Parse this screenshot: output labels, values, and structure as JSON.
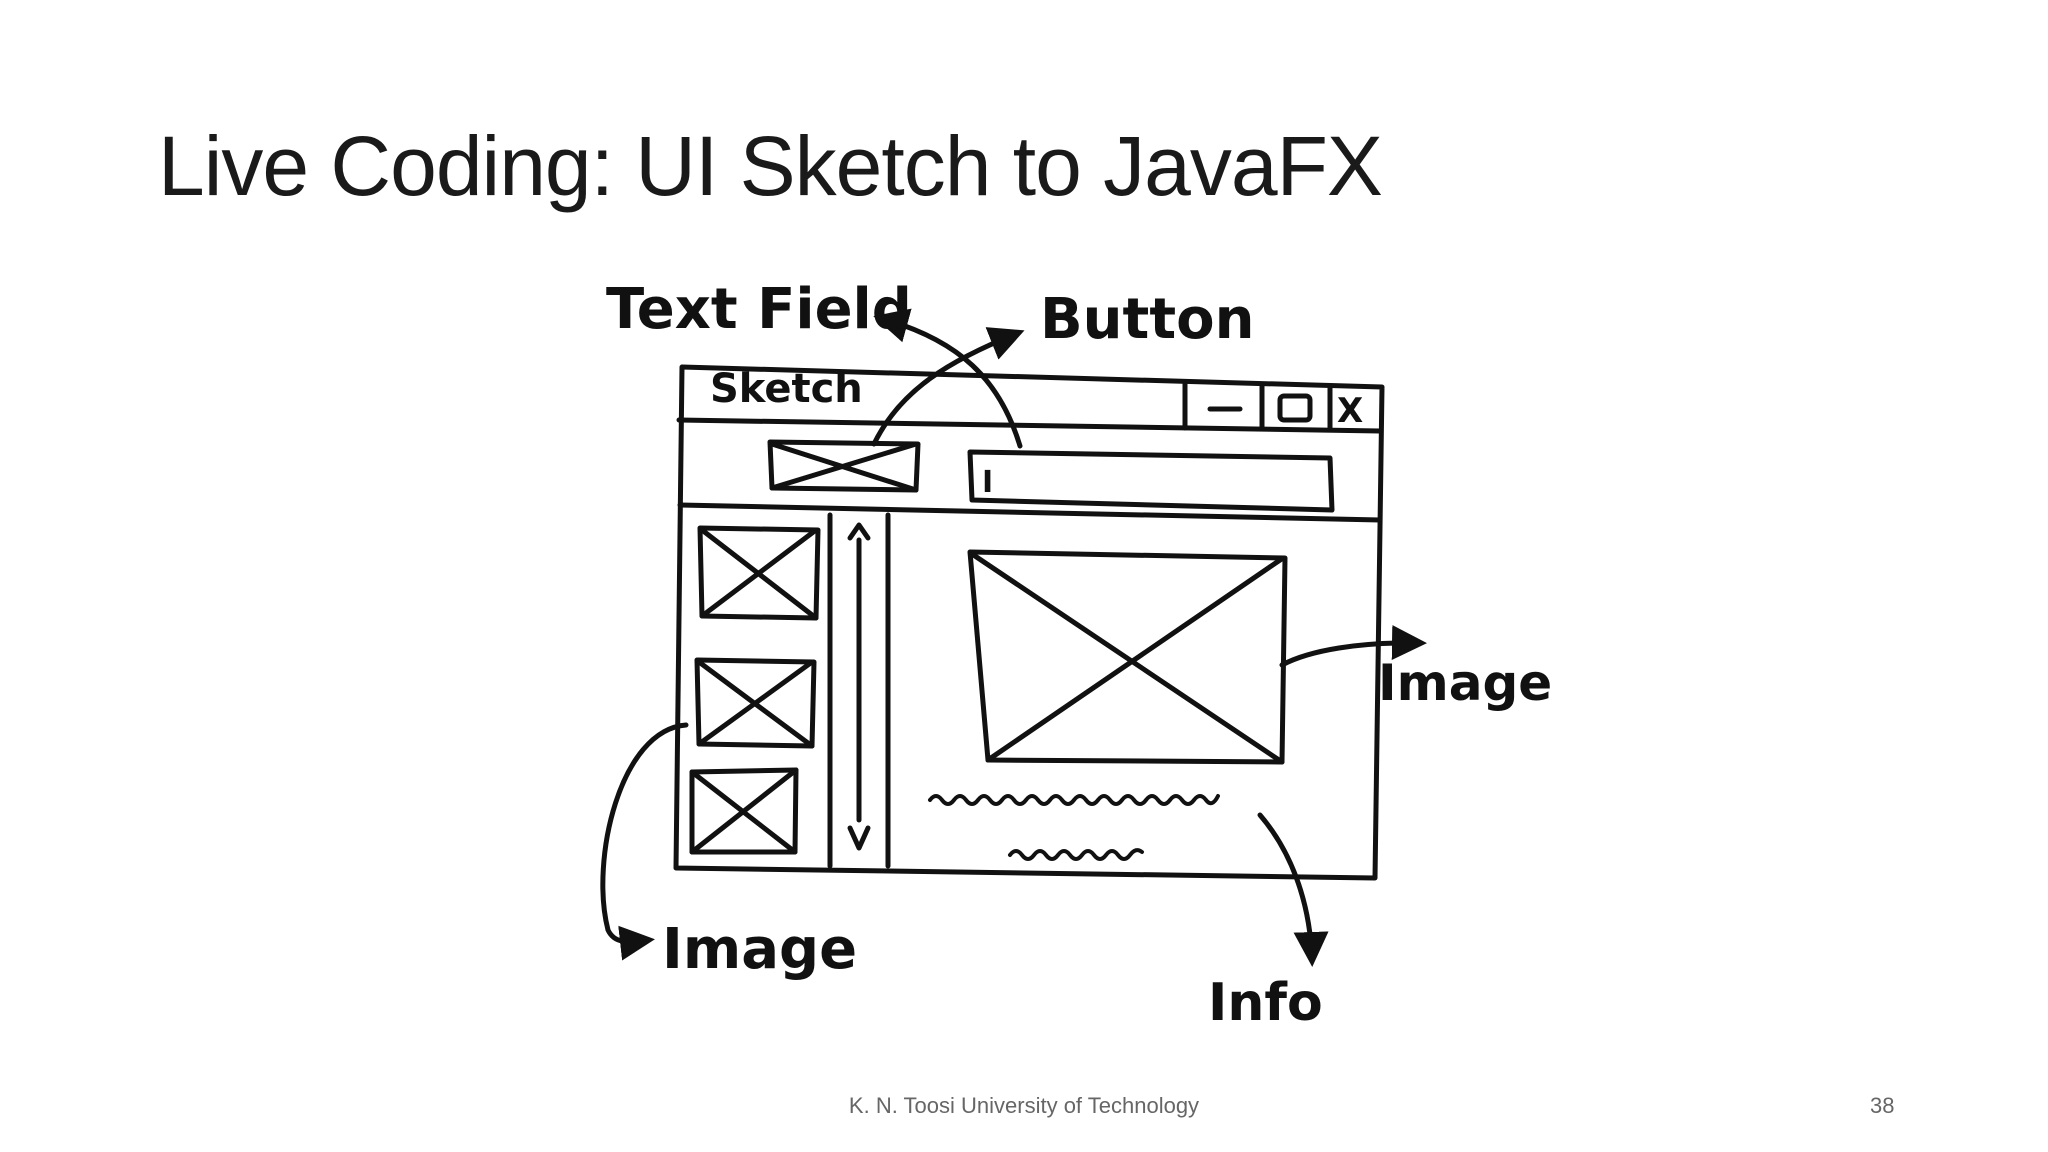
{
  "slide": {
    "title": "Live Coding: UI Sketch to JavaFX",
    "footer": "K. N. Toosi University of Technology",
    "page_number": "38"
  },
  "sketch": {
    "window_title": "Sketch",
    "window_controls": {
      "minimize_icon": "minimize-icon",
      "maximize_icon": "maximize-icon",
      "close_icon": "close-icon",
      "close_glyph": "X"
    },
    "text_cursor": "I",
    "annotations": {
      "text_field": "Text Field",
      "button": "Button",
      "image_right": "Image",
      "image_left": "Image",
      "info": "Info"
    }
  }
}
